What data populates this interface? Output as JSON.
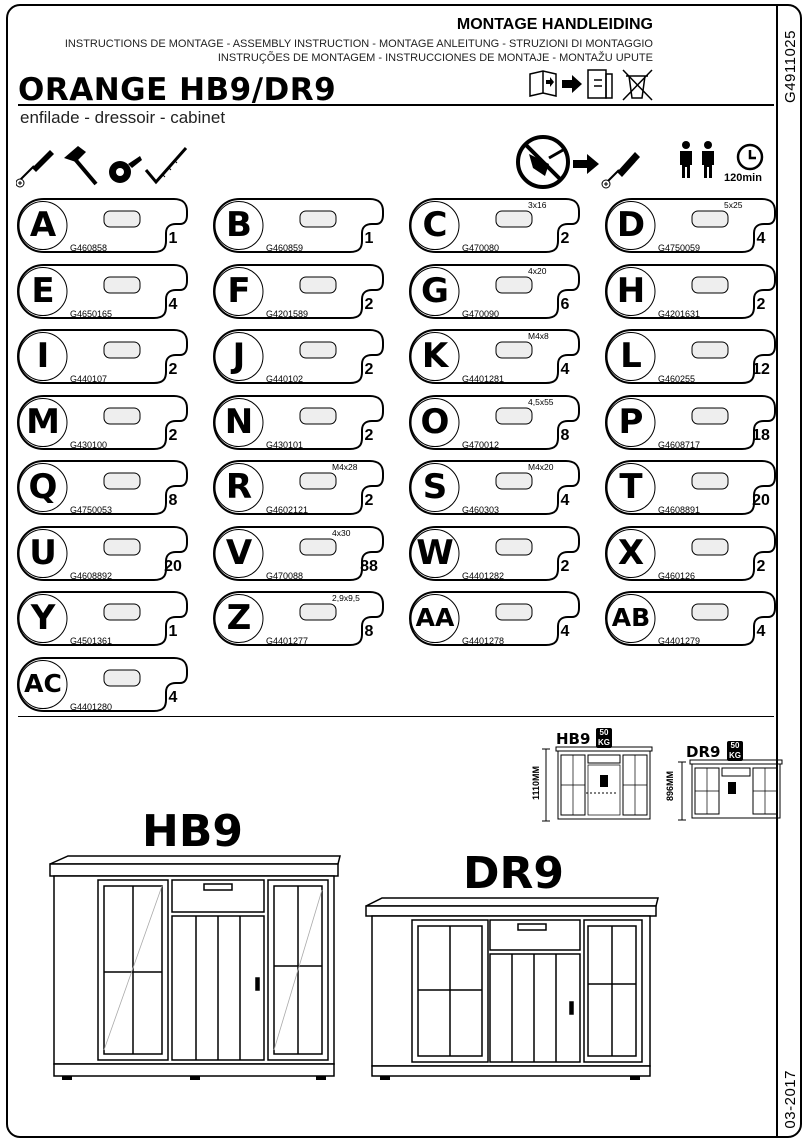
{
  "header": {
    "title": "MONTAGE HANDLEIDING",
    "line1": "INSTRUCTIONS DE MONTAGE - ASSEMBLY INSTRUCTION - MONTAGE ANLEITUNG - STRUZIONI DI MONTAGGIO",
    "line2": "INSTRUÇÕES DE MONTAGEM - INSTRUCCIONES DE MONTAJE - MONTAŽU UPUTE",
    "product": "ORANGE HB9/DR9",
    "subtitle": "enfilade - dressoir - cabinet"
  },
  "side": {
    "code": "G4911025",
    "date": "03-2017"
  },
  "assembly": {
    "time": "120min"
  },
  "parts": [
    {
      "letter": "A",
      "code": "G460858",
      "qty": "1",
      "spec": ""
    },
    {
      "letter": "B",
      "code": "G460859",
      "qty": "1",
      "spec": ""
    },
    {
      "letter": "C",
      "code": "G470080",
      "qty": "2",
      "spec": "3x16"
    },
    {
      "letter": "D",
      "code": "G4750059",
      "qty": "4",
      "spec": "5x25"
    },
    {
      "letter": "E",
      "code": "G4650165",
      "qty": "4",
      "spec": ""
    },
    {
      "letter": "F",
      "code": "G4201589",
      "qty": "2",
      "spec": ""
    },
    {
      "letter": "G",
      "code": "G470090",
      "qty": "6",
      "spec": "4x20"
    },
    {
      "letter": "H",
      "code": "G4201631",
      "qty": "2",
      "spec": ""
    },
    {
      "letter": "I",
      "code": "G440107",
      "qty": "2",
      "spec": ""
    },
    {
      "letter": "J",
      "code": "G440102",
      "qty": "2",
      "spec": ""
    },
    {
      "letter": "K",
      "code": "G4401281",
      "qty": "4",
      "spec": "M4x8"
    },
    {
      "letter": "L",
      "code": "G460255",
      "qty": "12",
      "spec": ""
    },
    {
      "letter": "M",
      "code": "G430100",
      "qty": "2",
      "spec": ""
    },
    {
      "letter": "N",
      "code": "G430101",
      "qty": "2",
      "spec": ""
    },
    {
      "letter": "O",
      "code": "G470012",
      "qty": "8",
      "spec": "4,5x55"
    },
    {
      "letter": "P",
      "code": "G4608717",
      "qty": "18",
      "spec": ""
    },
    {
      "letter": "Q",
      "code": "G4750053",
      "qty": "8",
      "spec": ""
    },
    {
      "letter": "R",
      "code": "G4602121",
      "qty": "2",
      "spec": "M4x28"
    },
    {
      "letter": "S",
      "code": "G460303",
      "qty": "4",
      "spec": "M4x20"
    },
    {
      "letter": "T",
      "code": "G4608891",
      "qty": "20",
      "spec": ""
    },
    {
      "letter": "U",
      "code": "G4608892",
      "qty": "20",
      "spec": ""
    },
    {
      "letter": "V",
      "code": "G470088",
      "qty": "88",
      "spec": "4x30"
    },
    {
      "letter": "W",
      "code": "G4401282",
      "qty": "2",
      "spec": ""
    },
    {
      "letter": "X",
      "code": "G460126",
      "qty": "2",
      "spec": ""
    },
    {
      "letter": "Y",
      "code": "G4501361",
      "qty": "1",
      "spec": ""
    },
    {
      "letter": "Z",
      "code": "G4401277",
      "qty": "8",
      "spec": "2,9x9,5"
    },
    {
      "letter": "AA",
      "code": "G4401278",
      "qty": "4",
      "spec": ""
    },
    {
      "letter": "AB",
      "code": "G4401279",
      "qty": "4",
      "spec": ""
    },
    {
      "letter": "AC",
      "code": "G4401280",
      "qty": "4",
      "spec": ""
    }
  ],
  "models": {
    "hb9": {
      "name": "HB9",
      "height": "1110MM",
      "kg": "50",
      "kg_unit": "KG"
    },
    "dr9": {
      "name": "DR9",
      "height": "896MM",
      "kg": "50",
      "kg_unit": "KG"
    }
  }
}
